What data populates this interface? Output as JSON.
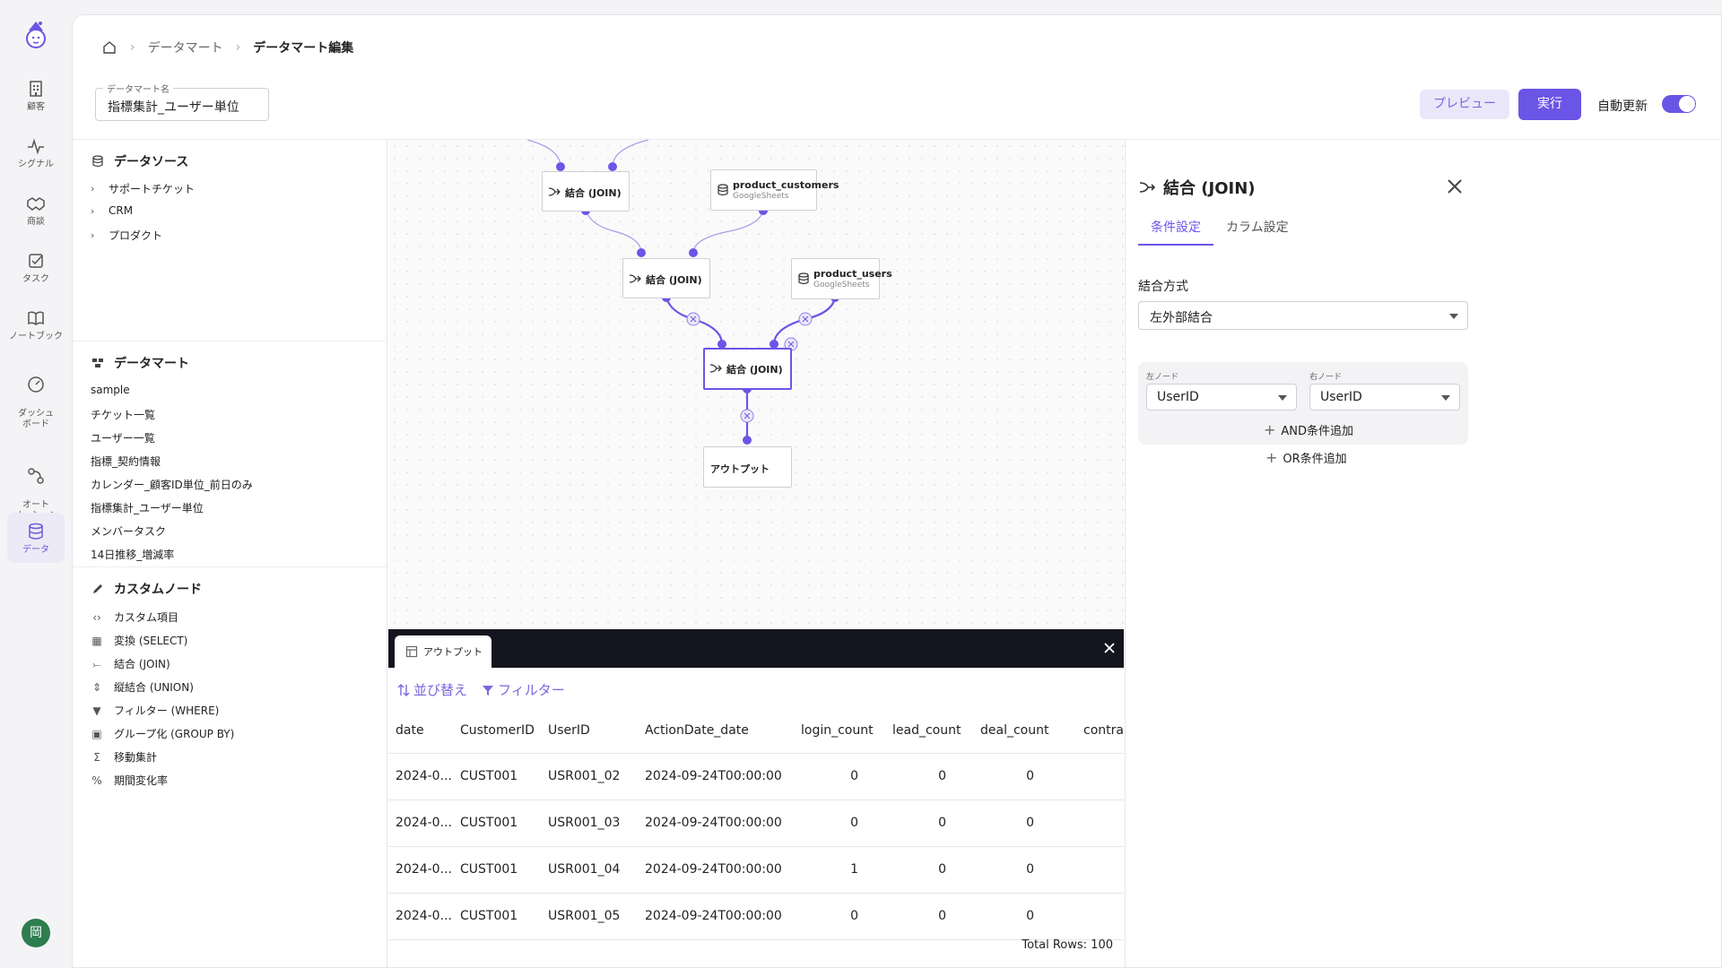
{
  "nav": {
    "items": [
      {
        "label": "顧客",
        "icon": "building-icon"
      },
      {
        "label": "シグナル",
        "icon": "pulse-icon"
      },
      {
        "label": "商談",
        "icon": "handshake-icon"
      },
      {
        "label": "タスク",
        "icon": "task-check-icon"
      },
      {
        "label": "ノートブック",
        "icon": "book-icon"
      },
      {
        "label": "ダッシュ\nボード",
        "icon": "gauge-icon"
      },
      {
        "label": "オート\nメーション",
        "icon": "automation-icon"
      },
      {
        "label": "データ",
        "icon": "database-icon",
        "active": true
      }
    ],
    "avatar": "岡"
  },
  "breadcrumb": {
    "items": [
      "データマート",
      "データマート編集"
    ]
  },
  "header": {
    "name_label": "データマート名",
    "name_value": "指標集計_ユーザー単位",
    "preview_label": "プレビュー",
    "run_label": "実行",
    "auto_update_label": "自動更新",
    "auto_update_on": true
  },
  "datasource": {
    "title": "データソース",
    "items": [
      "サポートチケット",
      "CRM",
      "プロダクト"
    ]
  },
  "datamart": {
    "title": "データマート",
    "items": [
      "sample",
      "チケット一覧",
      "ユーザー一覧",
      "指標_契約情報",
      "カレンダー_顧客ID単位_前日のみ",
      "指標集計_ユーザー単位",
      "メンバータスク",
      "14日推移_増減率"
    ]
  },
  "custom_nodes": {
    "title": "カスタムノード",
    "items": [
      {
        "label": "カスタム項目",
        "icon": "code-brackets-icon"
      },
      {
        "label": "変換 (SELECT)",
        "icon": "grid-icon"
      },
      {
        "label": "結合 (JOIN)",
        "icon": "join-icon"
      },
      {
        "label": "縦結合 (UNION)",
        "icon": "union-icon"
      },
      {
        "label": "フィルター (WHERE)",
        "icon": "filter-icon"
      },
      {
        "label": "グループ化 (GROUP BY)",
        "icon": "group-icon"
      },
      {
        "label": "移動集計",
        "icon": "sigma-icon"
      },
      {
        "label": "期間変化率",
        "icon": "percent-icon"
      }
    ]
  },
  "canvas": {
    "nodes": {
      "join1": {
        "label": "結合 (JOIN)"
      },
      "src1": {
        "label": "product_customers",
        "sub": "GoogleSheets"
      },
      "join2": {
        "label": "結合 (JOIN)"
      },
      "src2": {
        "label": "product_users",
        "sub": "GoogleSheets"
      },
      "join3": {
        "label": "結合 (JOIN)"
      },
      "output": {
        "label": "アウトプット"
      }
    }
  },
  "output_panel": {
    "tab_label": "アウトプット",
    "sort_label": "並び替え",
    "filter_label": "フィルター",
    "columns": [
      "date",
      "CustomerID",
      "UserID",
      "ActionDate_date",
      "login_count",
      "lead_count",
      "deal_count",
      "contract"
    ],
    "rows": [
      [
        "2024-0...",
        "CUST001",
        "USR001_02",
        "2024-09-24T00:00:00",
        "0",
        "0",
        "0",
        ""
      ],
      [
        "2024-0...",
        "CUST001",
        "USR001_03",
        "2024-09-24T00:00:00",
        "0",
        "0",
        "0",
        ""
      ],
      [
        "2024-0...",
        "CUST001",
        "USR001_04",
        "2024-09-24T00:00:00",
        "1",
        "0",
        "0",
        ""
      ],
      [
        "2024-0...",
        "CUST001",
        "USR001_05",
        "2024-09-24T00:00:00",
        "0",
        "0",
        "0",
        ""
      ]
    ],
    "total_rows": "Total Rows: 100"
  },
  "right_panel": {
    "title": "結合 (JOIN)",
    "tabs": [
      "条件設定",
      "カラム設定"
    ],
    "active_tab": 0,
    "join_type_label": "結合方式",
    "join_type_value": "左外部結合",
    "left_node_label": "左ノード",
    "right_node_label": "右ノード",
    "left_key": "UserID",
    "right_key": "UserID",
    "add_and_label": "AND条件追加",
    "add_or_label": "OR条件追加"
  },
  "colors": {
    "accent": "#6b55e6",
    "accent_light": "#ebe7fb",
    "dark_bar": "#15151f"
  }
}
